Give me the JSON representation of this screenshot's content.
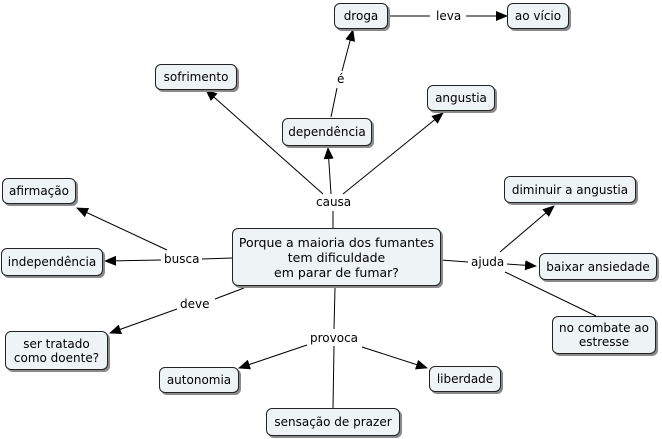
{
  "concepts": {
    "center": "Porque a maioria dos fumantes\ntem dificuldade\nem parar de fumar?",
    "droga": "droga",
    "ao_vicio": "ao vício",
    "sofrimento": "sofrimento",
    "dependencia": "dependência",
    "angustia": "angustia",
    "afirmacao": "afirmação",
    "independencia": "independência",
    "diminuir_angustia": "diminuir a angustia",
    "baixar_ansiedade": "baixar ansiedade",
    "combate_estresse": "no combate ao\nestresse",
    "ser_tratado": "ser tratado\ncomo doente?",
    "autonomia": "autonomia",
    "liberdade": "liberdade",
    "sensacao_prazer": "sensação de prazer"
  },
  "links": {
    "leva": "leva",
    "e": "é",
    "causa": "causa",
    "busca": "busca",
    "ajuda": "ajuda",
    "deve": "deve",
    "provoca": "provoca"
  }
}
